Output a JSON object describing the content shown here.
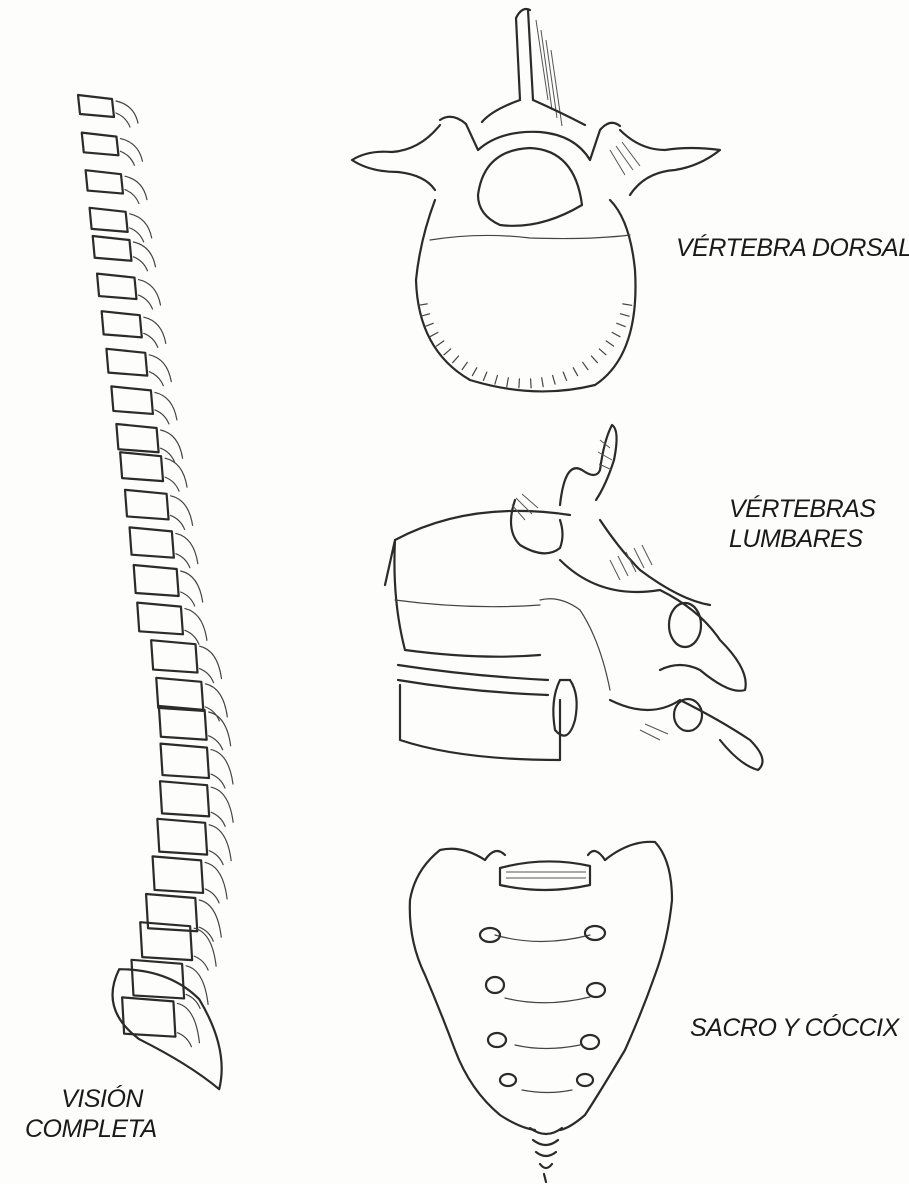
{
  "labels": {
    "dorsal": "VÉRTEBRA DORSAL",
    "lumbar_line1": "VÉRTEBRAS",
    "lumbar_line2": "LUMBARES",
    "sacro": "SACRO Y CÓCCIX",
    "vision_line1": "VISIÓN",
    "vision_line2": "COMPLETA"
  },
  "figures": {
    "spine": "spine-complete-view",
    "dorsal": "dorsal-vertebra",
    "lumbar": "lumbar-vertebrae",
    "sacrum": "sacrum-coccyx"
  },
  "ink_color": "#2b2b2b",
  "paper_color": "#fdfdfc"
}
